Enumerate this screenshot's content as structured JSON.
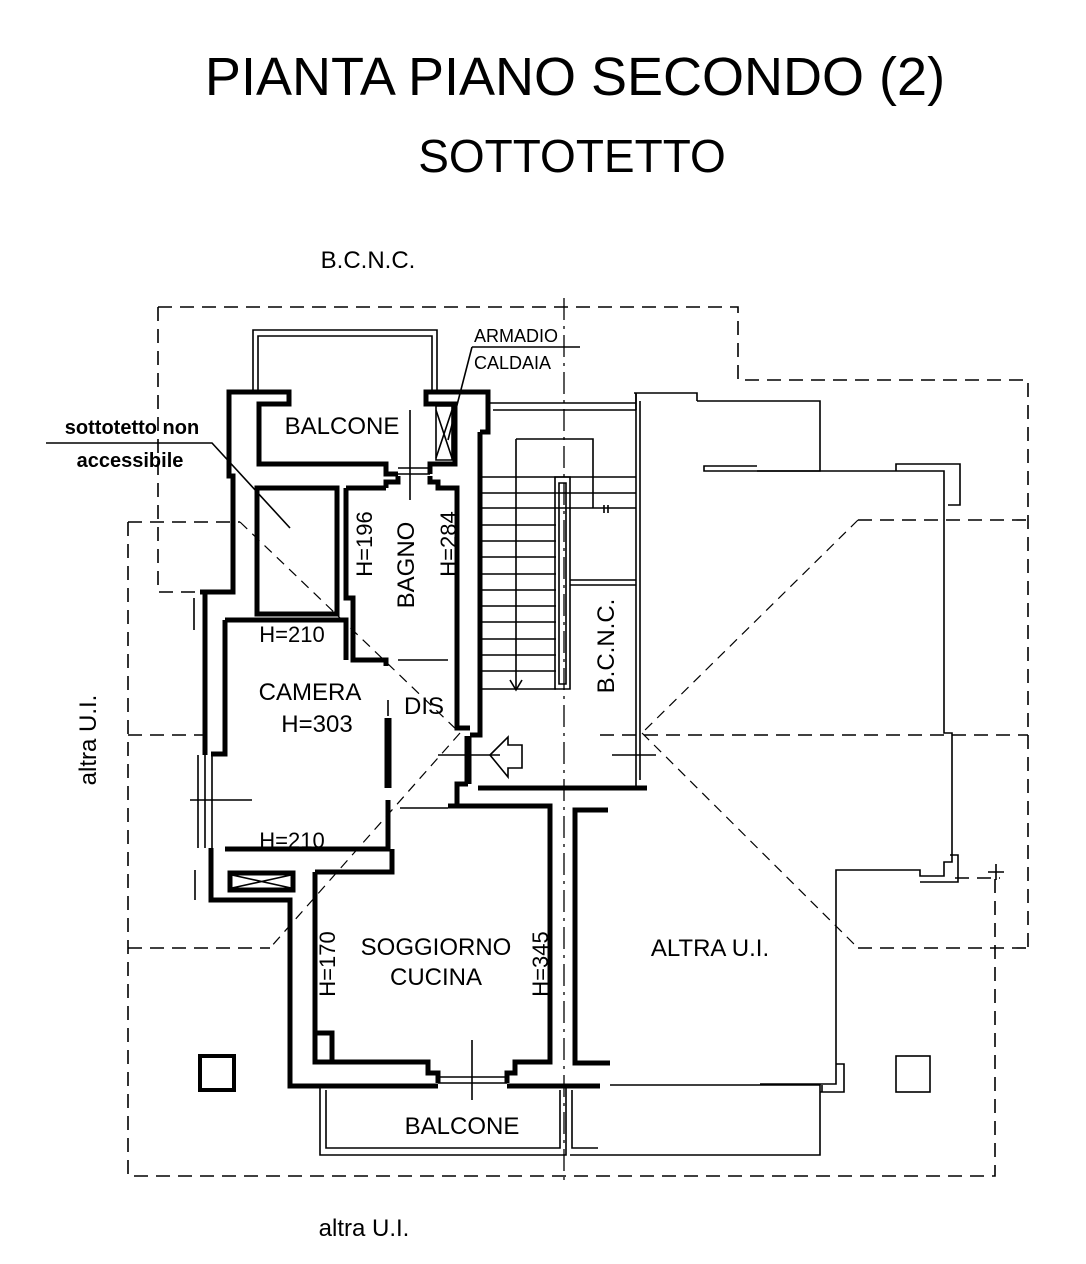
{
  "title": {
    "main": "PIANTA PIANO SECONDO (2)",
    "sub": "SOTTOTETTO"
  },
  "surroundings": {
    "top": "B.C.N.C.",
    "left": "altra U.I.",
    "bottom": "altra U.I."
  },
  "annotations": {
    "attic_line1": "sottotetto non",
    "attic_line2": "accessibile",
    "closet_line1": "ARMADIO",
    "closet_line2": "CALDAIA"
  },
  "rooms": {
    "balcony_top": "BALCONE",
    "bathroom": "BAGNO",
    "bathroom_h_left": "H=196",
    "bathroom_h_right": "H=284",
    "bedroom": "CAMERA",
    "bedroom_h": "H=303",
    "bedroom_h_top": "H=210",
    "bedroom_h_bottom": "H=210",
    "hallway": "DIS",
    "common_area": "B.C.N.C.",
    "living_line1": "SOGGIORNO",
    "living_line2": "CUCINA",
    "living_h_left": "H=170",
    "living_h_right": "H=345",
    "other_unit": "ALTRA U.I.",
    "balcony_bottom": "BALCONE"
  }
}
